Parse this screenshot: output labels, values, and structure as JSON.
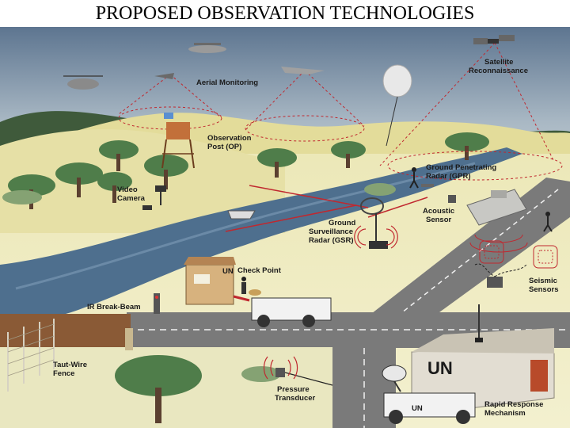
{
  "title": "PROPOSED OBSERVATION TECHNOLOGIES",
  "colors": {
    "sky_top": "#5d7590",
    "sky_bottom": "#b9c6d0",
    "grass": "#e8e6b4",
    "river": "#4e6f8e",
    "road": "#7a7a7a",
    "red_link": "#c0282f",
    "building": "#e2ddd2"
  },
  "labels": {
    "aerial_monitoring": "Aerial Monitoring",
    "satellite_line1": "Satellite",
    "satellite_line2": "Reconnaissance",
    "observation_post_line1": "Observation",
    "observation_post_line2": "Post (OP)",
    "video_camera_line1": "Video",
    "video_camera_line2": "Camera",
    "gpr_line1": "Ground Penetrating",
    "gpr_line2": "Radar (GPR)",
    "acoustic_line1": "Acoustic",
    "acoustic_line2": "Sensor",
    "gsr_line1": "Ground",
    "gsr_line2": "Surveillance",
    "gsr_line3": "Radar (GSR)",
    "check_point": "Check Point",
    "ir_break_beam": "IR Break-Beam",
    "seismic_line1": "Seismic",
    "seismic_line2": "Sensors",
    "taut_wire_line1": "Taut-Wire",
    "taut_wire_line2": "Fence",
    "pressure_line1": "Pressure",
    "pressure_line2": "Transducer",
    "rapid_line1": "Rapid Response",
    "rapid_line2": "Mechanism",
    "un_building": "UN",
    "un_checkpoint": "UN",
    "un_vehicle": "UN"
  }
}
